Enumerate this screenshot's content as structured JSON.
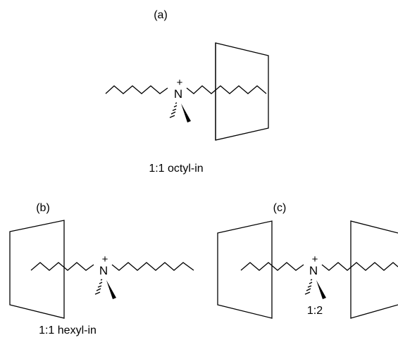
{
  "panels": [
    {
      "id": "a",
      "label": "(a)",
      "caption": "1:1 octyl-in",
      "atom": "N",
      "charge": "+"
    },
    {
      "id": "b",
      "label": "(b)",
      "caption": "1:1 hexyl-in",
      "atom": "N",
      "charge": "+"
    },
    {
      "id": "c",
      "label": "(c)",
      "caption": "1:2",
      "atom": "N",
      "charge": "+"
    }
  ]
}
